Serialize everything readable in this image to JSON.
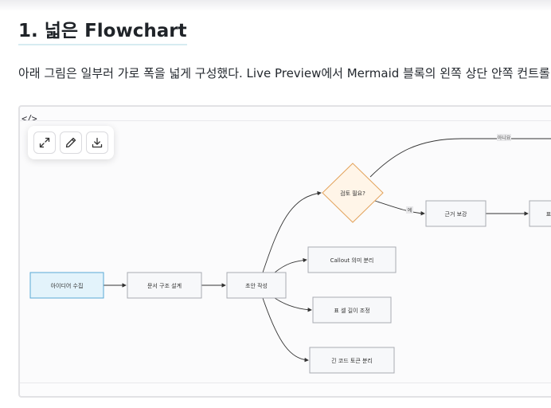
{
  "heading": "1. 넓은 Flowchart",
  "paragraph": "아래 그림은 일부러 가로 폭을 넓게 구성했다. Live Preview에서 Mermaid 블록의 왼쪽 상단 안쪽 컨트롤이",
  "code_block": {
    "lang_icon": "</>",
    "toolbar": {
      "expand_icon": "expand-icon",
      "edit_icon": "pencil-icon",
      "download_icon": "download-icon"
    }
  },
  "diagram": {
    "nodes": {
      "idea": "아이디어 수집",
      "structure": "문서 구조 설계",
      "draft": "초안 작성",
      "review": "검토 필요?",
      "evidence": "근거 보강",
      "table_partial": "표",
      "callout": "Callout 의미 분리",
      "table_cell": "표 셀 길이 조정",
      "code": "긴 코드 토큰 분리"
    },
    "edge_labels": {
      "no": "아니요",
      "yes": "예"
    },
    "colors": {
      "start_fill": "#e3f3fb",
      "start_stroke": "#5aa9d6",
      "decision_fill": "#fff5e8",
      "decision_stroke": "#e3a35c",
      "node_fill": "#f7f8fa",
      "node_stroke": "#a8abb2"
    }
  }
}
